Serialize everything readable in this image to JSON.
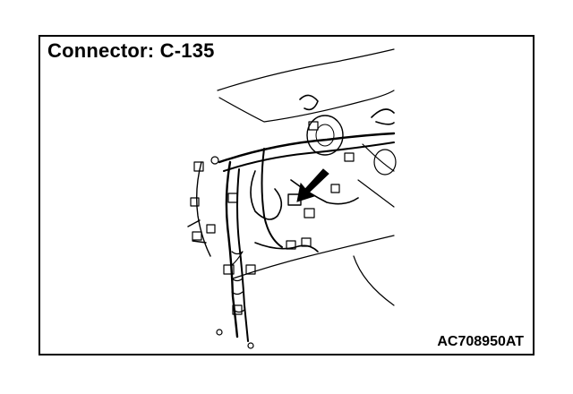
{
  "diagram": {
    "title": "Connector: C-135",
    "figure_code": "AC708950AT",
    "line_color": "#000000",
    "background_color": "#ffffff",
    "icons": [
      "harness-drawing",
      "pointer-arrow-icon"
    ]
  }
}
